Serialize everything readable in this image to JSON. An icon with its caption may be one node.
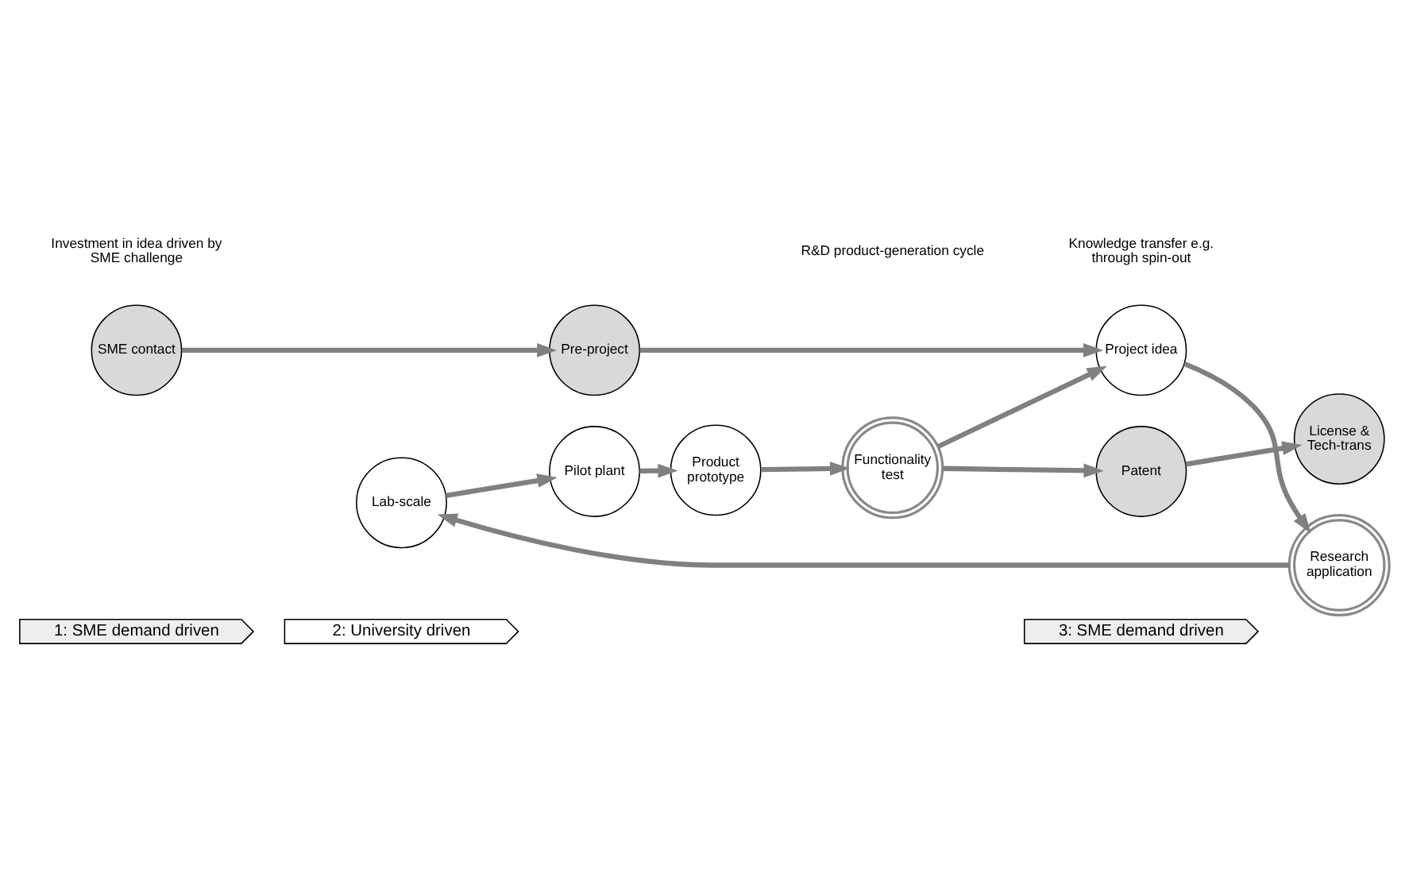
{
  "diagram": {
    "nodes": [
      {
        "text": [
          "1: SME demand driven"
        ]
      },
      {
        "text": [
          "2: University driven"
        ]
      },
      {
        "text": [
          "3: SME demand driven"
        ]
      },
      {
        "text": [
          "SME contact"
        ]
      },
      {
        "text": [
          "Pre-project"
        ]
      },
      {
        "text": [
          "Project idea"
        ]
      },
      {
        "text": [
          "Research application"
        ]
      },
      {
        "text": [
          "Lab-scale"
        ]
      },
      {
        "text": [
          "Pilot plant"
        ]
      },
      {
        "text": [
          "Product prototype"
        ]
      },
      {
        "text": [
          "Functionality test"
        ]
      },
      {
        "text": [
          "Patent"
        ]
      },
      {
        "text": [
          "License & Tech-trans"
        ]
      }
    ],
    "edges": [
      {
        "from": 3,
        "to": 4,
        "arrow": "to"
      },
      {
        "from": 4,
        "to": 5,
        "arrow": "to"
      },
      {
        "from": 5,
        "to": 6,
        "arrow": "to"
      },
      {
        "from": 6,
        "to": 7,
        "arrow": "to"
      },
      {
        "from": 7,
        "to": 8,
        "arrow": "to"
      },
      {
        "from": 8,
        "to": 9,
        "arrow": "to"
      },
      {
        "from": 9,
        "to": 10,
        "arrow": "to"
      },
      {
        "from": 10,
        "to": 5,
        "arrow": "to"
      },
      {
        "from": 10,
        "to": 11,
        "arrow": "to"
      },
      {
        "from": 11,
        "to": 12,
        "arrow": "to"
      }
    ],
    "labels": [
      "Investment in idea driven by SME challenge",
      "R&D product-generation cycle",
      "Knowledge transfer e.g. through spin-out"
    ]
  }
}
